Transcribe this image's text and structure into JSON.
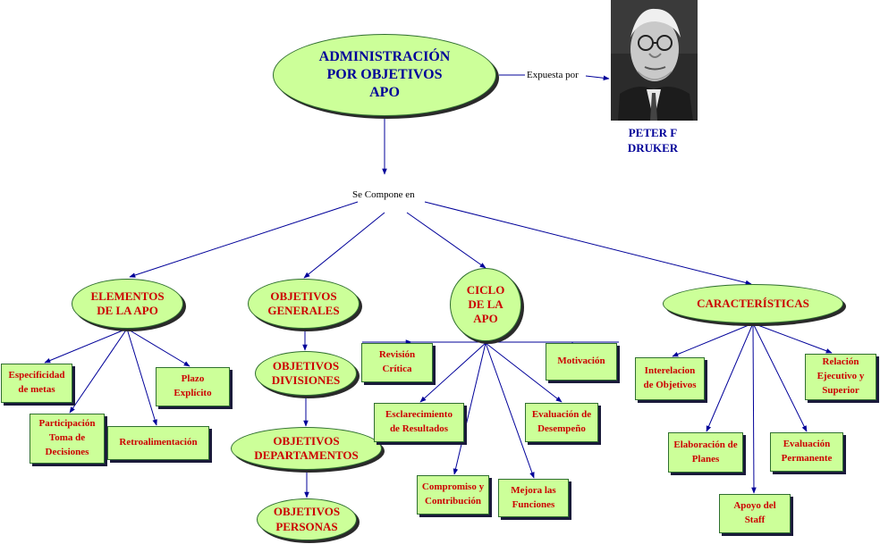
{
  "colors": {
    "node_fill": "#ccff99",
    "node_text": "#cc0000",
    "root_text": "#000099",
    "link": "#000099"
  },
  "root": {
    "label": "ADMINISTRACIÓN\nPOR OBJETIVOS\nAPO"
  },
  "link_labels": {
    "expuesta": "Expuesta por",
    "compone": "Se Compone en"
  },
  "author": {
    "name": "PETER F\nDRUKER",
    "image": "portrait-photo"
  },
  "branches": {
    "elementos": {
      "label": "ELEMENTOS\nDE LA APO",
      "items": {
        "especificidad": "Especificidad\nde metas",
        "participacion": "Participación\nToma de\nDecisiones",
        "retroalimentacion": "Retroalimentación",
        "plazo": "Plazo\nExplícito"
      }
    },
    "objetivos": {
      "label": "OBJETIVOS\nGENERALES",
      "divisiones": "OBJETIVOS\nDIVISIONES",
      "departamentos": "OBJETIVOS\nDEPARTAMENTOS",
      "personas": "OBJETIVOS\nPERSONAS"
    },
    "ciclo": {
      "label": "CICLO\nDE LA\nAPO",
      "items": {
        "revision": "Revisión\nCrítica",
        "motivacion": "Motivación",
        "esclarecimiento": "Esclarecimiento\nde Resultados",
        "evaluacion_desempeno": "Evaluación de\nDesempeño",
        "compromiso": "Compromiso y\nContribución",
        "mejora": "Mejora las\nFunciones"
      }
    },
    "caracteristicas": {
      "label": "CARACTERÍSTICAS",
      "items": {
        "interelacion": "Interelacion\nde Objetivos",
        "relacion": "Relación\nEjecutivo y\nSuperior",
        "elaboracion": "Elaboración de\nPlanes",
        "evaluacion_permanente": "Evaluación\nPermanente",
        "apoyo": "Apoyo del\nStaff"
      }
    }
  }
}
